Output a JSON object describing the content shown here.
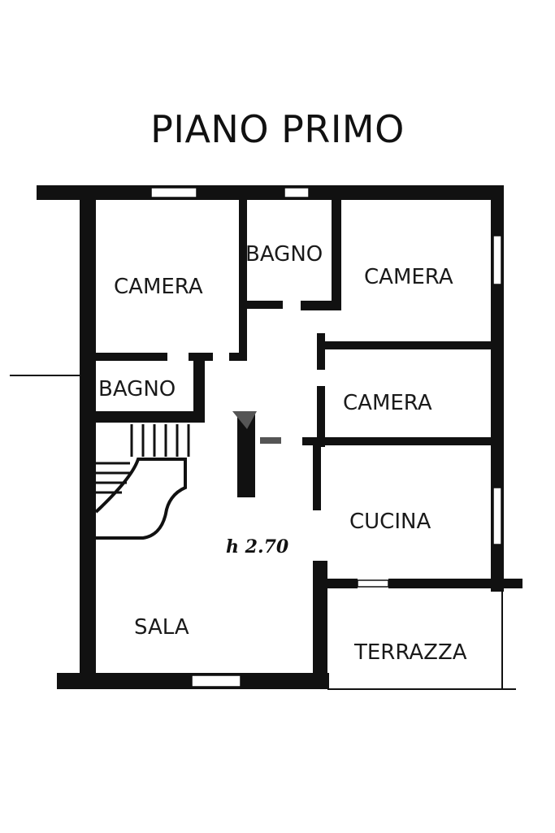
{
  "title": "PIANO PRIMO",
  "rooms": [
    {
      "id": "camera-1",
      "label": "CAMERA"
    },
    {
      "id": "bagno-1",
      "label": "BAGNO"
    },
    {
      "id": "camera-2",
      "label": "CAMERA"
    },
    {
      "id": "bagno-2",
      "label": "BAGNO"
    },
    {
      "id": "camera-3",
      "label": "CAMERA"
    },
    {
      "id": "cucina",
      "label": "CUCINA"
    },
    {
      "id": "sala",
      "label": "SALA"
    },
    {
      "id": "terrazza",
      "label": "TERRAZZA"
    }
  ],
  "height_note": "h 2.70",
  "colors": {
    "wall": "#111111",
    "background": "#ffffff"
  }
}
